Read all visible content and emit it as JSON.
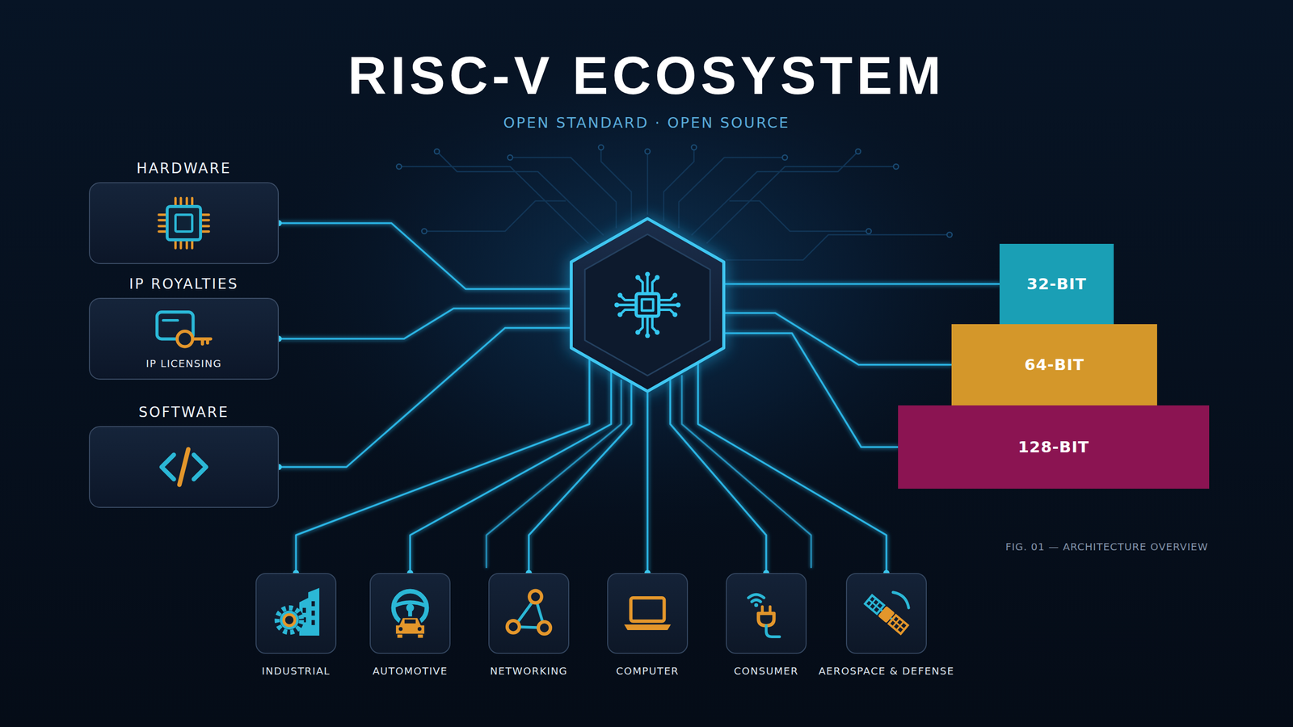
{
  "diagram": {
    "title": "RISC-V ECOSYSTEM",
    "caption": "FIG. 01 — ARCHITECTURE OVERVIEW",
    "nodes": [
      {
        "text": [
          "HARDWARE"
        ]
      },
      {
        "text": [
          "IP ROYALTIES",
          "IP LICENSING"
        ]
      },
      {
        "text": [
          "SOFTWARE"
        ]
      },
      {
        "text": []
      },
      {
        "text": [
          "32-BIT"
        ]
      },
      {
        "text": [
          "64-BIT"
        ]
      },
      {
        "text": [
          "128-BIT"
        ]
      },
      {
        "text": [
          "INDUSTRIAL"
        ]
      },
      {
        "text": [
          "AUTOMOTIVE"
        ]
      },
      {
        "text": [
          "NETWORKING"
        ]
      },
      {
        "text": [
          "COMPUTER"
        ]
      },
      {
        "text": [
          "CONSUMER"
        ]
      },
      {
        "text": [
          "AEROSPACE & DEFENSE"
        ]
      }
    ],
    "edges": [
      {
        "from": 0,
        "to": 3,
        "arrow": "none"
      },
      {
        "from": 1,
        "to": 3,
        "arrow": "none"
      },
      {
        "from": 2,
        "to": 3,
        "arrow": "none"
      },
      {
        "from": 3,
        "to": 4,
        "arrow": "none"
      },
      {
        "from": 3,
        "to": 5,
        "arrow": "none"
      },
      {
        "from": 3,
        "to": 6,
        "arrow": "none"
      },
      {
        "from": 3,
        "to": 7,
        "arrow": "none"
      },
      {
        "from": 3,
        "to": 8,
        "arrow": "none"
      },
      {
        "from": 3,
        "to": 9,
        "arrow": "none"
      },
      {
        "from": 3,
        "to": 10,
        "arrow": "none"
      },
      {
        "from": 3,
        "to": 11,
        "arrow": "none"
      },
      {
        "from": 3,
        "to": 12,
        "arrow": "none"
      }
    ],
    "labels": [
      "OPEN STANDARD · OPEN SOURCE"
    ]
  }
}
